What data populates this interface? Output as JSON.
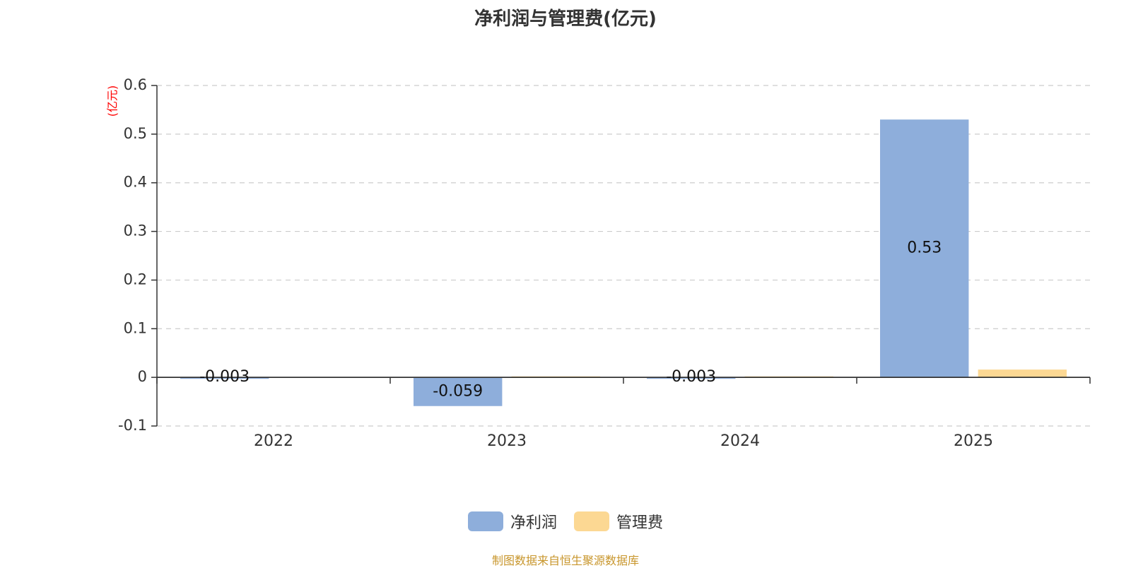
{
  "chart_data": {
    "type": "bar",
    "title": "净利润与管理费(亿元)",
    "y_unit_label": "(亿元)",
    "categories": [
      "2022",
      "2023",
      "2024",
      "2025"
    ],
    "series": [
      {
        "name": "净利润",
        "color": "#8eaedb",
        "values": [
          -0.003,
          -0.059,
          -0.003,
          0.53
        ],
        "labels": [
          "-0.003",
          "-0.059",
          "-0.003",
          "0.53"
        ]
      },
      {
        "name": "管理费",
        "color": "#fcd893",
        "values": [
          null,
          0.002,
          0.002,
          0.016
        ],
        "labels": [
          "",
          "",
          "",
          ""
        ]
      }
    ],
    "ylim": [
      -0.1,
      0.6
    ],
    "yticks": [
      {
        "value": 0.6,
        "label": "0.6"
      },
      {
        "value": 0.5,
        "label": "0.5"
      },
      {
        "value": 0.4,
        "label": "0.4"
      },
      {
        "value": 0.3,
        "label": "0.3"
      },
      {
        "value": 0.2,
        "label": "0.2"
      },
      {
        "value": 0.1,
        "label": "0.1"
      },
      {
        "value": 0,
        "label": "0"
      },
      {
        "value": -0.1,
        "label": "-0.1"
      }
    ],
    "grid": true,
    "legend_position": "bottom"
  },
  "footer": {
    "source": "制图数据来自恒生聚源数据库"
  }
}
